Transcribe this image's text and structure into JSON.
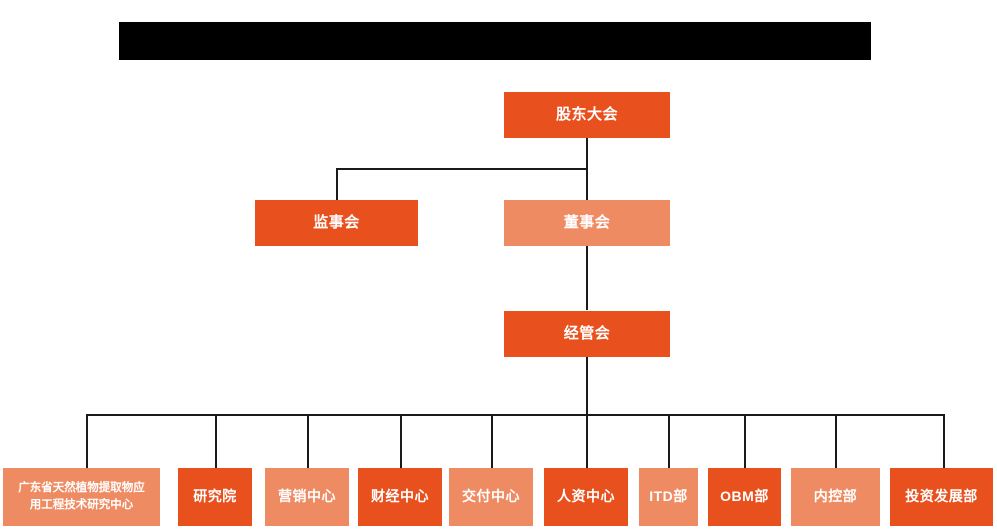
{
  "chart": {
    "type": "org-chart",
    "title_bar": {
      "text": "",
      "redacted": true,
      "color": "#000000"
    },
    "colors": {
      "dark_orange": "#e8501e",
      "light_salmon": "#ef8b62",
      "connector": "#1a1a1a",
      "background": "#ffffff",
      "node_text": "#ffffff"
    },
    "nodes": {
      "shareholders_meeting": {
        "label": "股东大会",
        "tone": "dark"
      },
      "supervisory_board": {
        "label": "监事会",
        "tone": "dark"
      },
      "board_of_directors": {
        "label": "董事会",
        "tone": "light"
      },
      "management_committee": {
        "label": "经管会",
        "tone": "dark"
      }
    },
    "departments": [
      {
        "label": "广东省天然植物提取物应\n用工程技术研究中心",
        "tone": "light"
      },
      {
        "label": "研究院",
        "tone": "dark"
      },
      {
        "label": "营销中心",
        "tone": "light"
      },
      {
        "label": "财经中心",
        "tone": "dark"
      },
      {
        "label": "交付中心",
        "tone": "light"
      },
      {
        "label": "人资中心",
        "tone": "dark"
      },
      {
        "label": "ITD部",
        "tone": "light"
      },
      {
        "label": "OBM部",
        "tone": "dark"
      },
      {
        "label": "内控部",
        "tone": "light"
      },
      {
        "label": "投资发展部",
        "tone": "dark"
      }
    ]
  }
}
